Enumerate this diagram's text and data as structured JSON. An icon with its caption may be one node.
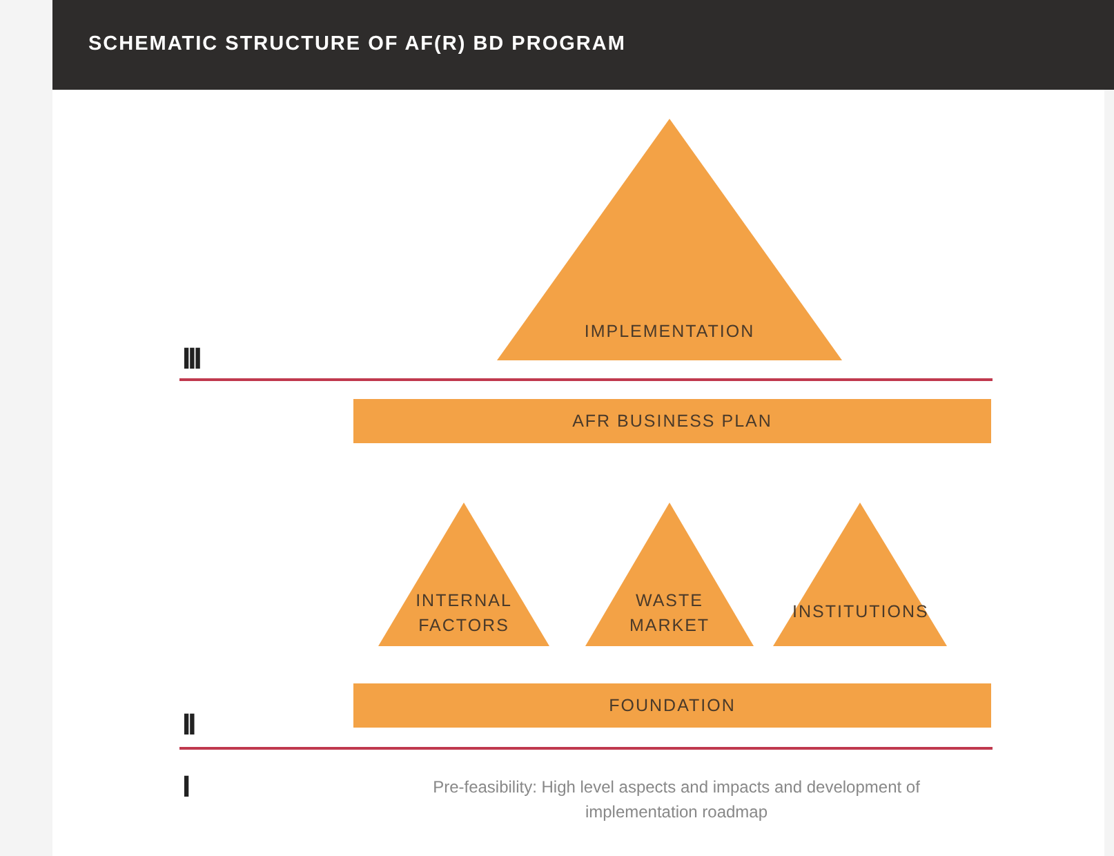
{
  "diagram": {
    "title": "SCHEMATIC STRUCTURE OF AF(R) BD PROGRAM",
    "nodes": [
      {
        "text": [
          "IMPLEMENTATION"
        ]
      },
      {
        "text": [
          "AFR BUSINESS PLAN"
        ]
      },
      {
        "text": [
          "INTERNAL FACTORS"
        ]
      },
      {
        "text": [
          "WASTE MARKET"
        ]
      },
      {
        "text": [
          "INSTITUTIONS"
        ]
      },
      {
        "text": [
          "FOUNDATION"
        ]
      }
    ],
    "labels": [
      "III",
      "II",
      "I",
      "Pre-feasibility: High level aspects and impacts and development of implementation roadmap"
    ]
  }
}
